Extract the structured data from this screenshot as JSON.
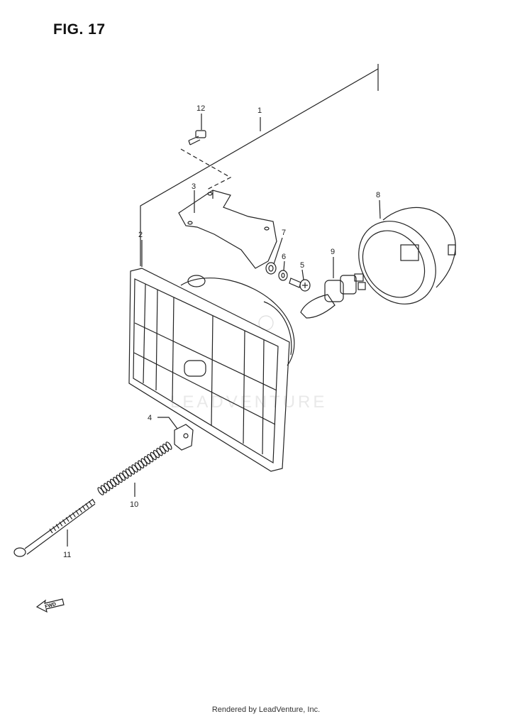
{
  "figure": {
    "title": "FIG. 17"
  },
  "watermark": {
    "text": "LEADVENTURE"
  },
  "footer": {
    "text": "Rendered by LeadVenture, Inc."
  },
  "fwd_marker": {
    "label": "FWD"
  },
  "parts": [
    {
      "ref": "1",
      "icon": "headlamp-assembly-line"
    },
    {
      "ref": "2",
      "icon": "headlamp-unit-icon"
    },
    {
      "ref": "3",
      "icon": "mounting-bracket-icon"
    },
    {
      "ref": "4",
      "icon": "adjuster-nut-icon"
    },
    {
      "ref": "5",
      "icon": "screw-icon"
    },
    {
      "ref": "6",
      "icon": "lock-washer-icon"
    },
    {
      "ref": "7",
      "icon": "washer-icon"
    },
    {
      "ref": "8",
      "icon": "bulb-socket-cover-icon"
    },
    {
      "ref": "9",
      "icon": "bulb-icon"
    },
    {
      "ref": "10",
      "icon": "spring-icon"
    },
    {
      "ref": "11",
      "icon": "adjust-bolt-icon"
    },
    {
      "ref": "12",
      "icon": "bolt-icon"
    }
  ]
}
